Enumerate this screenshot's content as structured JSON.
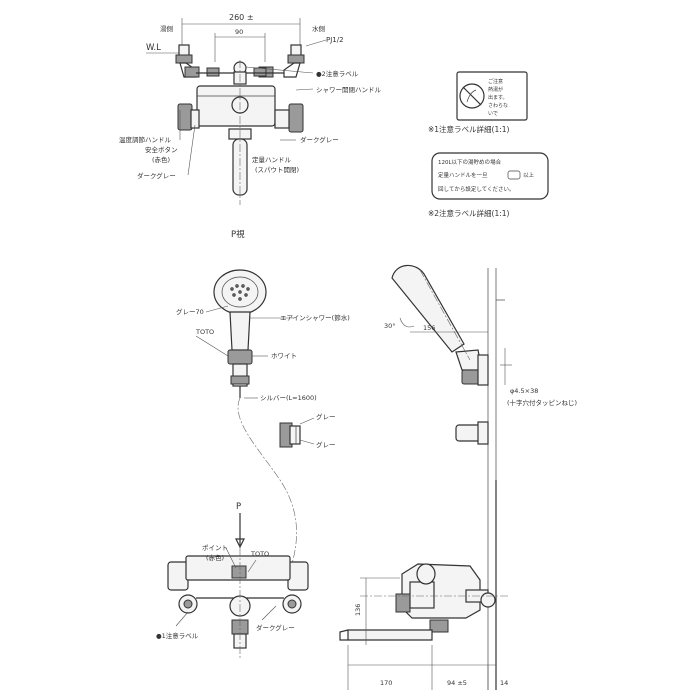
{
  "top_view": {
    "hot_side": "湯側",
    "water_side": "水側",
    "dim_total": "260 ±",
    "dim_inner": "90",
    "wl": "W.L",
    "pipe": "PJ1/2",
    "label_caution2": "●2注意ラベル",
    "label_shower_handle": "シャワー開閉ハンドル",
    "label_dark_gray_right": "ダークグレー",
    "label_temp_handle": "温度調節ハンドル",
    "label_safety_button": "安全ボタン",
    "label_red": "(赤色)",
    "label_dark_gray_left": "ダークグレー",
    "label_flow_handle": "定量ハンドル",
    "label_spout_switch": "(スパウト開閉)",
    "label_p_view": "P視"
  },
  "caution_labels": {
    "label1_lines": [
      "ご注意",
      "熱湯が",
      "出ます。",
      "さわらな",
      "いで"
    ],
    "label1_caption": "※1注意ラベル詳細(1:1)",
    "label2_lines": [
      "120L以下の湯貯めの場合",
      "定量ハンドルを一旦",
      "以上",
      "回してから設定してください。"
    ],
    "label2_caption": "※2注意ラベル詳細(1:1)"
  },
  "shower_head": {
    "label_gray": "グレー70",
    "label_air_in": "エアインシャワー(節水)",
    "label_toto": "TOTO",
    "label_white": "ホワイト",
    "label_hose": "シルバー(L=1600)",
    "label_gray_a": "グレー",
    "label_gray_b": "グレー"
  },
  "side_shower": {
    "angle": "30°",
    "dim_156": "156",
    "dim_screw": "φ4.5×38",
    "screw_note": "(十字穴付タッピンねじ)"
  },
  "front_view": {
    "label_p": "P",
    "label_point": "ポイント",
    "label_red": "(赤色)",
    "label_toto": "TOTO",
    "label_caution1": "●1注意ラベル",
    "label_dark_gray": "ダークグレー"
  },
  "side_valve": {
    "dim_136": "136",
    "dim_170": "170",
    "dim_94": "94 ±5",
    "dim_14": "14"
  }
}
